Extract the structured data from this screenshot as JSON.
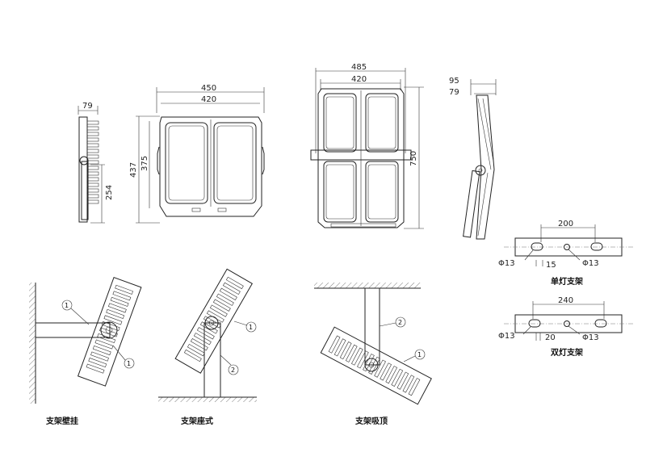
{
  "views": {
    "small_side": {
      "width": "79"
    },
    "small_front": {
      "overall_width": "450",
      "inner_width": "420",
      "height": "437",
      "inner_height": "375",
      "mount_height": "254"
    },
    "large_front": {
      "overall_width": "485",
      "inner_width": "420",
      "height": "750"
    },
    "large_side": {
      "dim_a": "95",
      "dim_b": "79"
    }
  },
  "brackets": {
    "single": {
      "spacing": "200",
      "slot_dia": "Φ13",
      "slot_offset": "15",
      "hole_dia": "Φ13",
      "caption": "单灯支架"
    },
    "double": {
      "spacing": "240",
      "slot_dia": "Φ13",
      "slot_offset": "20",
      "hole_dia": "Φ13",
      "caption": "双灯支架"
    }
  },
  "mounting": {
    "wall": {
      "caption": "支架壁挂",
      "callouts": [
        "1",
        "1"
      ]
    },
    "floor": {
      "caption": "支架座式",
      "callouts": [
        "1",
        "2"
      ]
    },
    "ceiling": {
      "caption": "支架吸顶",
      "callouts": [
        "2",
        "1"
      ]
    }
  }
}
